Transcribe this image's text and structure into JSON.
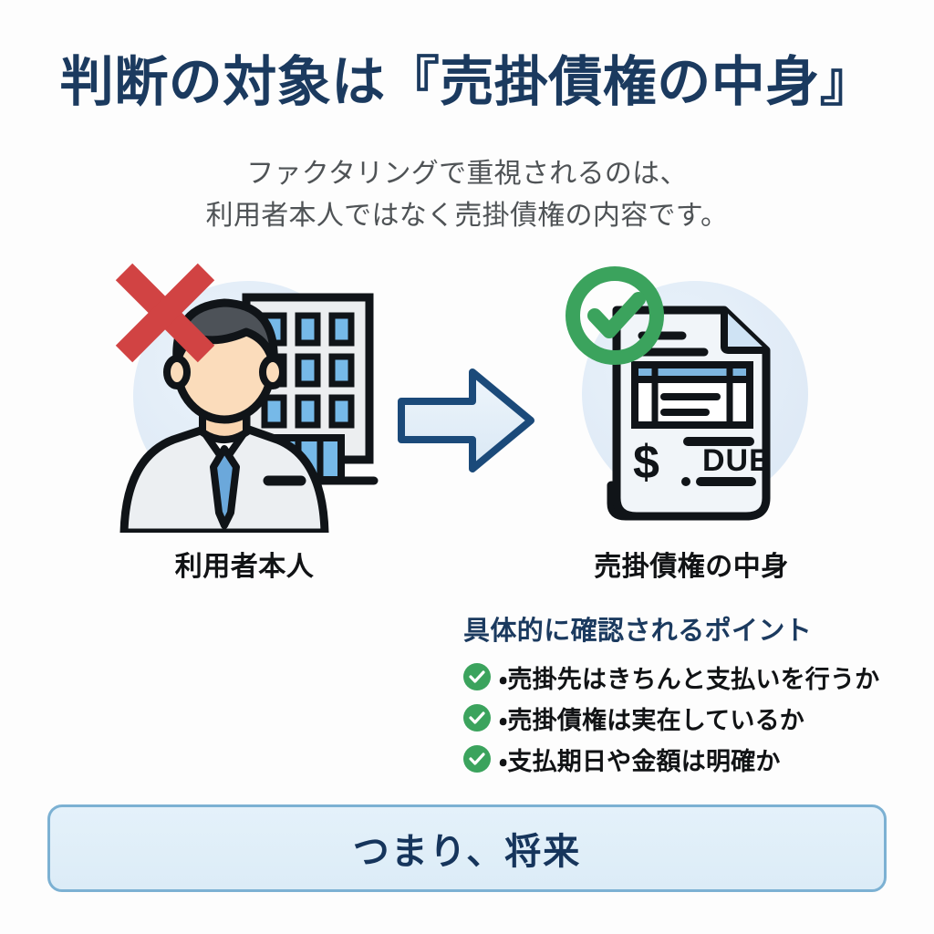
{
  "title": "判断の対象は『売掛債権の中身』",
  "subtitle": {
    "line1": "ファクタリングで重視されるのは、",
    "line2": "利用者本人ではなく売掛債権の内容です。"
  },
  "comparison": {
    "left": {
      "caption": "利用者本人",
      "mark": "red-x-mark",
      "illustration": "businessman-with-office-building"
    },
    "right": {
      "caption": "売掛債権の中身",
      "mark": "green-check-mark",
      "illustration": "invoice-document",
      "invoice_labels": {
        "currency": "$",
        "due": "DUE"
      }
    },
    "arrow": "right-arrow"
  },
  "points": {
    "heading": "具体的に確認されるポイント",
    "items": [
      {
        "icon": "check-circle-icon",
        "text": "・売掛先はきちんと支払いを行うか"
      },
      {
        "icon": "check-circle-icon",
        "text": "・売掛債権は実在しているか"
      },
      {
        "icon": "check-circle-icon",
        "text": "・支払期日や金額は明確か"
      }
    ]
  },
  "banner": {
    "text": "つまり、将来"
  },
  "colors": {
    "title_navy": "#1b3a5f",
    "subtitle_gray": "#4f5356",
    "check_green": "#3ba35d",
    "x_red": "#d14343",
    "blob_blue": "#dfeaf6",
    "banner_fill": "#dcecf7",
    "banner_border": "#7cb1d3",
    "accent_light_blue": "#7eb6df",
    "outline_black": "#101418"
  }
}
